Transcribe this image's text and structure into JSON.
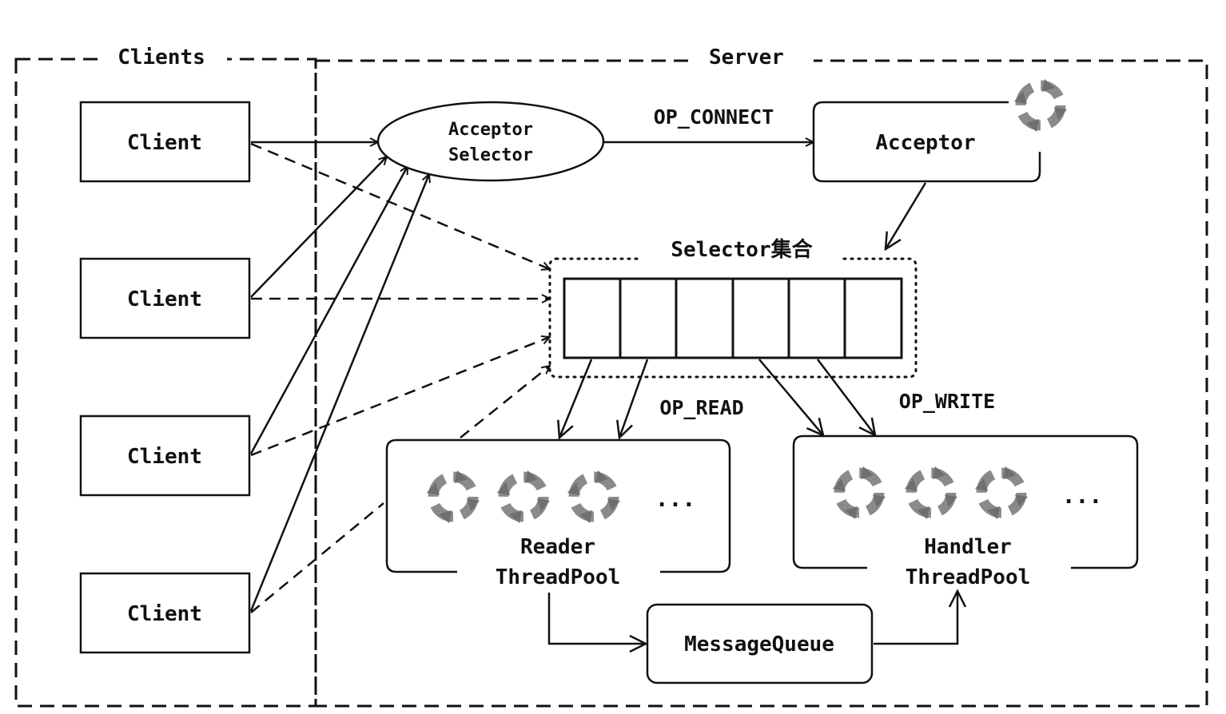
{
  "regions": {
    "clients_label": "Clients",
    "server_label": "Server"
  },
  "clients": [
    "Client",
    "Client",
    "Client",
    "Client"
  ],
  "acceptor_selector": {
    "line1": "Acceptor",
    "line2": "Selector"
  },
  "op_connect": "OP_CONNECT",
  "acceptor": "Acceptor",
  "selector_set": "Selector集合",
  "op_read": "OP_READ",
  "op_write": "OP_WRITE",
  "reader_pool": {
    "line1": "Reader",
    "line2": "ThreadPool",
    "ellipsis": "..."
  },
  "handler_pool": {
    "line1": "Handler",
    "line2": "ThreadPool",
    "ellipsis": "..."
  },
  "message_queue": "MessageQueue",
  "icons": {
    "thread": "cycle-arrows-icon"
  },
  "colors": {
    "ink": "#111111",
    "icon": "#888888",
    "background": "#ffffff"
  }
}
